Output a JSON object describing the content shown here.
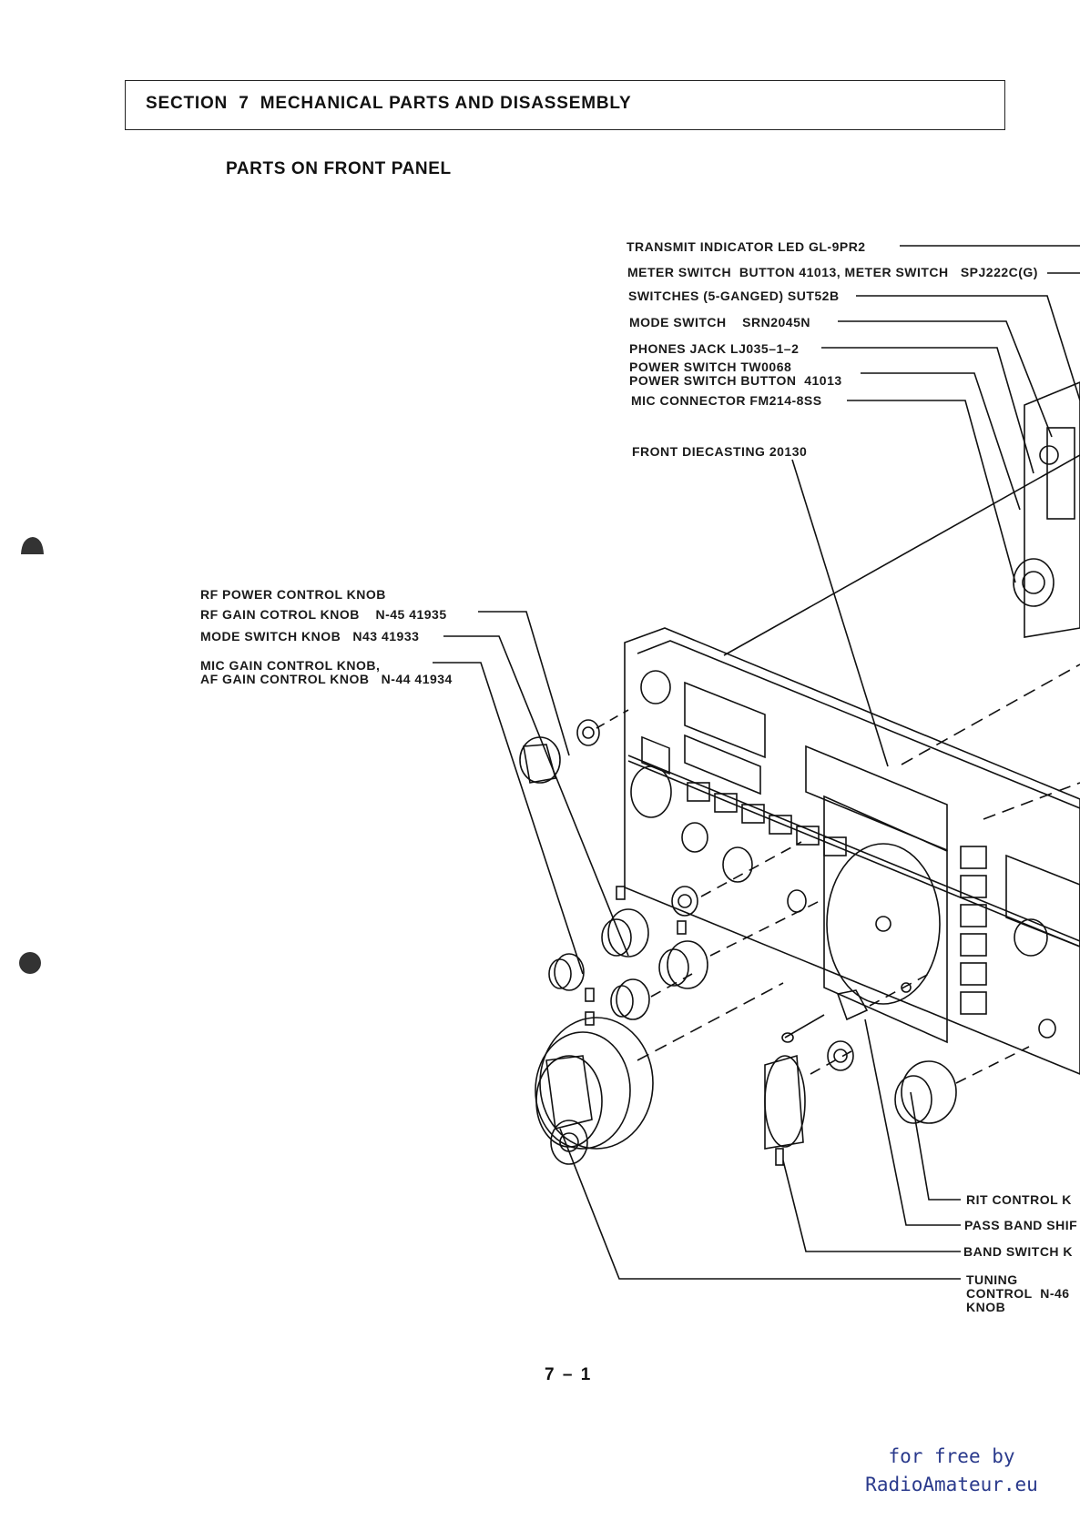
{
  "header": {
    "section_title": "SECTION  7  MECHANICAL PARTS AND DISASSEMBLY"
  },
  "subtitle": "PARTS ON FRONT PANEL",
  "callouts_top": [
    "TRANSMIT INDICATOR LED GL-9PR2",
    "METER SWITCH  BUTTON 41013, METER SWITCH   SPJ222C(G)",
    "SWITCHES (5-GANGED) SUT52B",
    "MODE SWITCH    SRN2045N",
    "PHONES JACK LJ035–1–2",
    "POWER SWITCH TW0068",
    "POWER SWITCH BUTTON  41013",
    "MIC CONNECTOR FM214-8SS",
    "FRONT DIECASTING 20130"
  ],
  "callouts_left": [
    "RF POWER CONTROL KNOB",
    "RF GAIN COTROL KNOB    N-45 41935",
    "MODE SWITCH KNOB   N43 41933",
    "MIC GAIN CONTROL KNOB,",
    "AF GAIN CONTROL KNOB   N-44 41934"
  ],
  "callouts_bottom": [
    "RIT CONTROL K",
    "PASS BAND SHIF",
    "BAND SWITCH K",
    "TUNING",
    "CONTROL  N-46",
    "KNOB"
  ],
  "page_number": "7 – 1",
  "watermark": {
    "line1": "for free by",
    "line2": "RadioAmateur.eu"
  }
}
